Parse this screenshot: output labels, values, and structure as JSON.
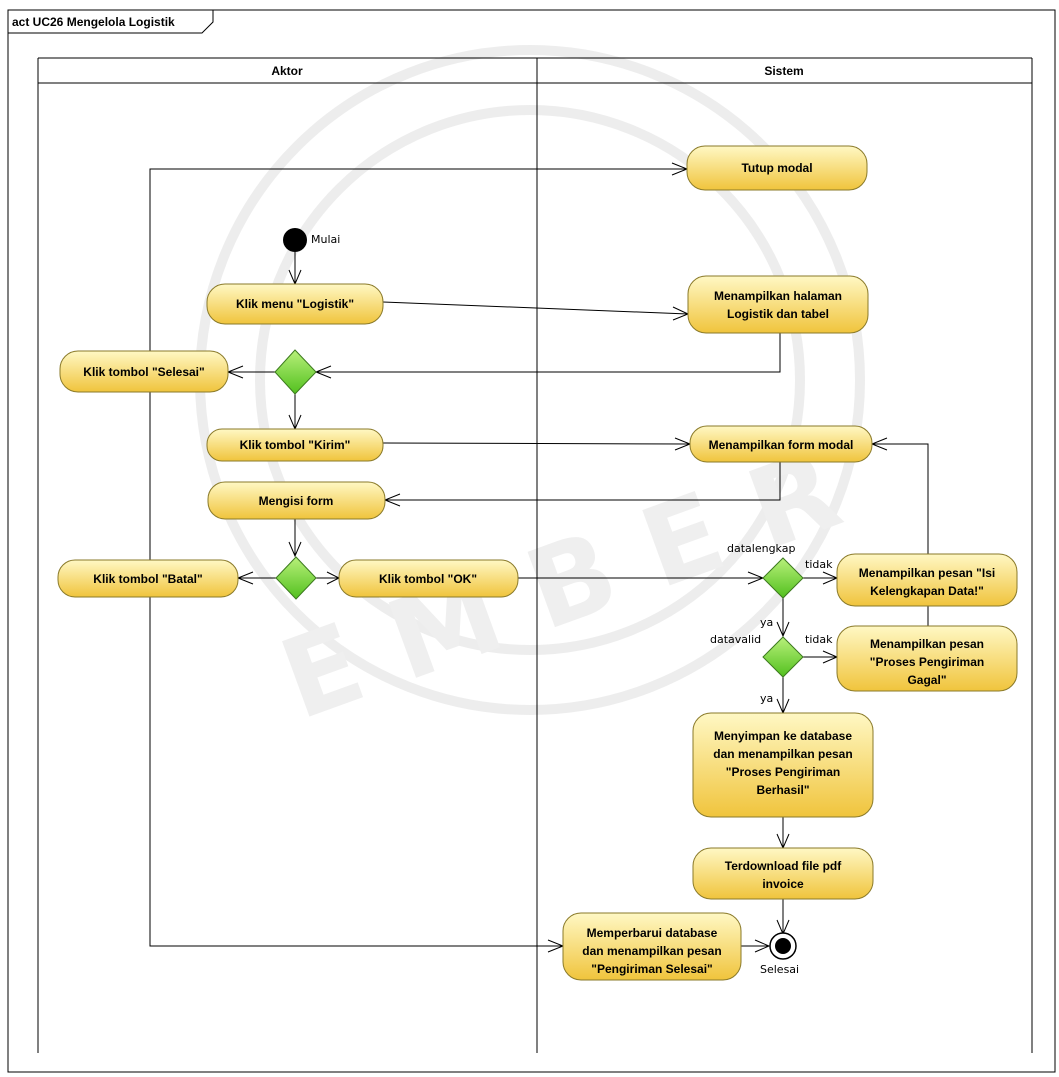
{
  "diagram": {
    "frame_title": "act UC26 Mengelola Logistik",
    "lanes": {
      "actor": "Aktor",
      "system": "Sistem"
    },
    "nodes": {
      "start_label": "Mulai",
      "end_label": "Selesai",
      "tutup_modal": "Tutup modal",
      "klik_menu_logistik": "Klik menu \"Logistik\"",
      "tampil_halaman_1": "Menampilkan halaman",
      "tampil_halaman_2": "Logistik dan tabel",
      "klik_selesai": "Klik tombol \"Selesai\"",
      "klik_kirim": "Klik  tombol \"Kirim\"",
      "tampil_form_modal": "Menampilkan form modal",
      "mengisi_form": "Mengisi form",
      "klik_batal": "Klik tombol \"Batal\"",
      "klik_ok": "Klik tombol \"OK\"",
      "pesan_isi_1": "Menampilkan pesan \"Isi",
      "pesan_isi_2": "Kelengkapan Data!\"",
      "pesan_gagal_1": "Menampilkan pesan",
      "pesan_gagal_2": "\"Proses Pengiriman",
      "pesan_gagal_3": "Gagal\"",
      "simpan_1": "Menyimpan ke database",
      "simpan_2": "dan menampilkan pesan",
      "simpan_3": "\"Proses Pengiriman",
      "simpan_4": "Berhasil\"",
      "download_1": "Terdownload file pdf",
      "download_2": "invoice",
      "perbarui_1": "Memperbarui database",
      "perbarui_2": "dan menampilkan pesan",
      "perbarui_3": "\"Pengiriman Selesai\""
    },
    "guards": {
      "datalengkap": "datalengkap",
      "tidak_1": "tidak",
      "ya_1": "ya",
      "datavalid": "datavalid",
      "tidak_2": "tidak",
      "ya_2": "ya"
    },
    "colors": {
      "activity_fill_top": "#fff8c4",
      "activity_fill_bottom": "#f0c43c",
      "decision_fill_top": "#b8f07a",
      "decision_fill_bottom": "#52c01e"
    }
  }
}
